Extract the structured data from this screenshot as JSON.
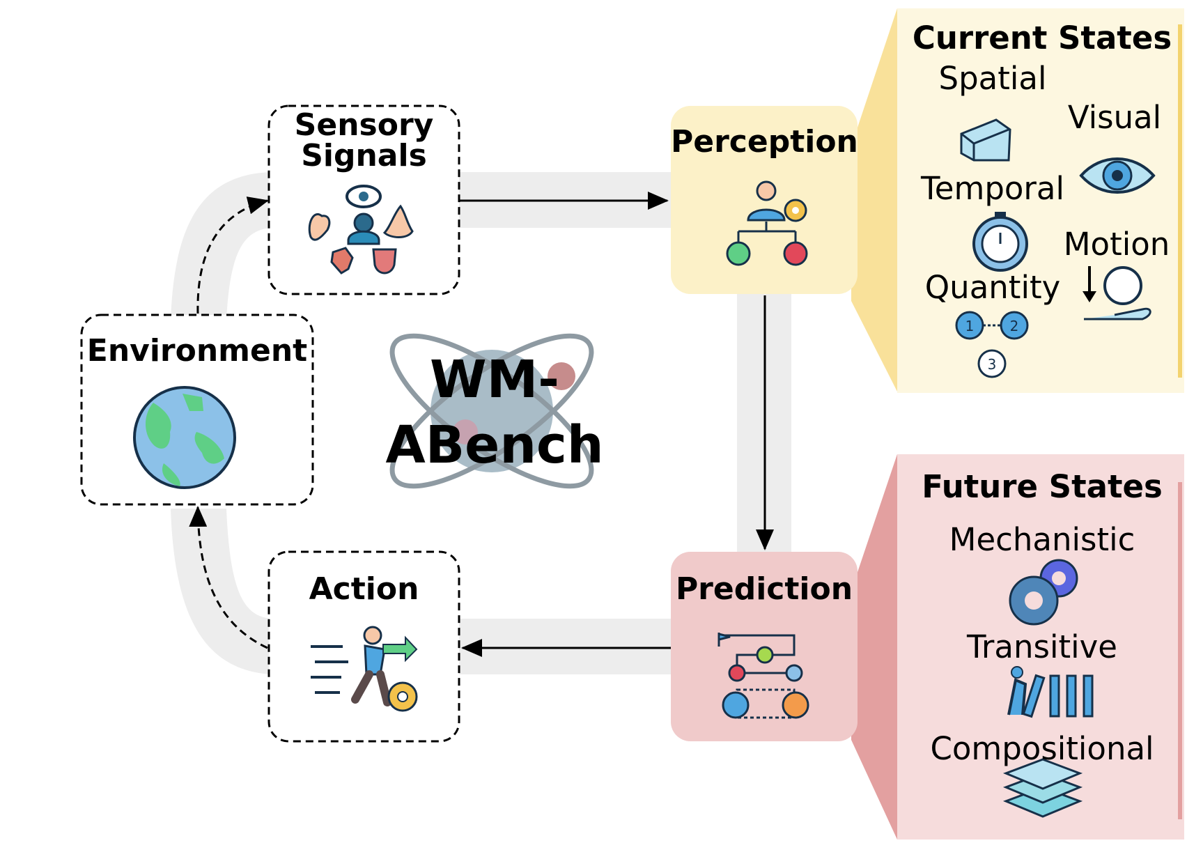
{
  "nodes": {
    "sensory": "Sensory Signals",
    "sensory_line1": "Sensory",
    "sensory_line2": "Signals",
    "environment": "Environment",
    "action": "Action",
    "perception": "Perception",
    "prediction": "Prediction"
  },
  "center_logo": {
    "line1": "WM-",
    "line2": "ABench"
  },
  "current_states": {
    "title": "Current States",
    "items": [
      "Spatial",
      "Visual",
      "Temporal",
      "Motion",
      "Quantity"
    ]
  },
  "future_states": {
    "title": "Future States",
    "items": [
      "Mechanistic",
      "Transitive",
      "Compositional"
    ]
  },
  "icons": {
    "sensory": "senses-icon",
    "environment": "globe-icon",
    "action": "running-person-gear-icon",
    "perception": "person-decision-tree-icon",
    "prediction": "planning-flow-icon",
    "spatial": "3d-cube-axes-icon",
    "visual": "eye-icon",
    "temporal": "stopwatch-icon",
    "motion": "falling-ball-hand-icon",
    "quantity": "numbered-nodes-icon",
    "mechanistic": "gears-icon",
    "transitive": "pushing-dominoes-icon",
    "compositional": "stacked-layers-icon"
  },
  "colors": {
    "perception_fill": "#FCF1C8",
    "current_fill": "#FDF7E0",
    "current_wedge": "#F9E19A",
    "prediction_fill": "#F0CACA",
    "future_fill": "#F6DCDC",
    "future_wedge": "#E3A0A0",
    "track": "#EDEDED"
  }
}
